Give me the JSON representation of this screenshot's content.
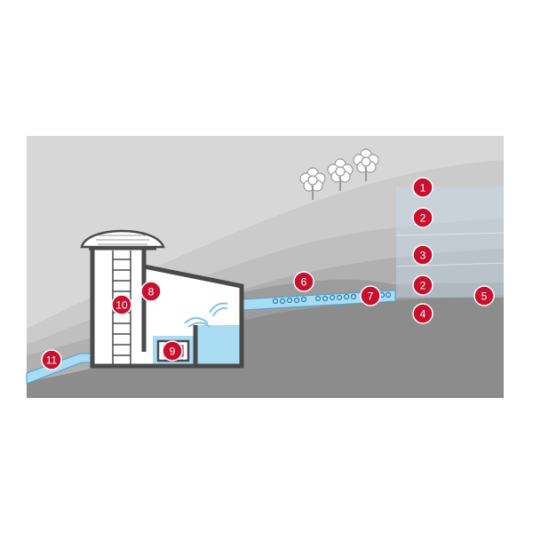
{
  "colors": {
    "sky": "#d7d7d7",
    "hill_far": "#c8c8c8",
    "hill_mid": "#bdbdbd",
    "hill_near": "#afafaf",
    "ground": "#8c8c8c",
    "ground_dark": "#7f7f7f",
    "water": "#a9dcf2",
    "water_line": "#4aa3cf",
    "wall": "#4a4a4a",
    "marker": "#c8102e",
    "marker_stroke": "#ffffff",
    "glass_overlay": "#c9dcea"
  },
  "icons": {
    "trees": "tree-icon",
    "ladder": "ladder-icon",
    "pump": "pump-icon",
    "vent_dome": "ventilation-dome-icon"
  },
  "markers": [
    {
      "id": "m1",
      "label": "1"
    },
    {
      "id": "m2a",
      "label": "2"
    },
    {
      "id": "m3",
      "label": "3"
    },
    {
      "id": "m2b",
      "label": "2"
    },
    {
      "id": "m4",
      "label": "4"
    },
    {
      "id": "m5",
      "label": "5"
    },
    {
      "id": "m6",
      "label": "6"
    },
    {
      "id": "m7",
      "label": "7"
    },
    {
      "id": "m8",
      "label": "8"
    },
    {
      "id": "m9",
      "label": "9"
    },
    {
      "id": "m10",
      "label": "10"
    },
    {
      "id": "m11",
      "label": "11"
    }
  ]
}
